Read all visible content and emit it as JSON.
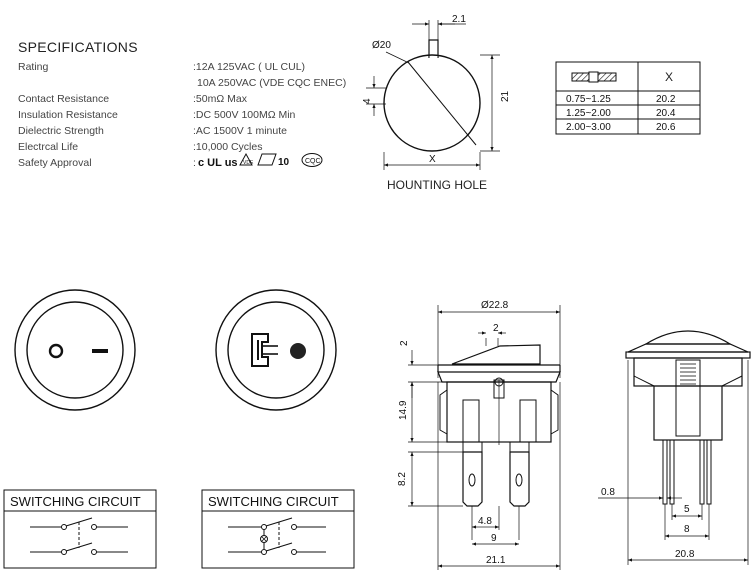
{
  "specifications": {
    "title": "SPECIFICATIONS",
    "rows": [
      {
        "label": "Rating",
        "value": ":12A 125VAC ( UL CUL)"
      },
      {
        "label": "",
        "value": "10A  250VAC (VDE CQC ENEC)"
      },
      {
        "label": "Contact Resistance",
        "value": ":50mΩ Max"
      },
      {
        "label": "Insulation Resistance",
        "value": ":DC 500V 100MΩ Min"
      },
      {
        "label": "Dielectric Strength",
        "value": ":AC 1500V 1 minute"
      },
      {
        "label": "Electrcal Life",
        "value": ":10,000 Cycles"
      },
      {
        "label": "Safety Approval",
        "value": ":"
      }
    ],
    "approval_marks": {
      "ul": "c UL us",
      "cqc": "CQC",
      "enec": "10"
    }
  },
  "mounting_hole": {
    "caption": "HOUNTING HOLE",
    "dims": {
      "top": "2.1",
      "diameter": "Ø20",
      "left": "4",
      "right": "21",
      "bottom": "X"
    }
  },
  "thickness_table": {
    "header": "X",
    "rows": [
      {
        "range": "0.75~1.25",
        "x": "20.2"
      },
      {
        "range": "1.25~2.00",
        "x": "20.4"
      },
      {
        "range": "2.00~3.00",
        "x": "20.6"
      }
    ]
  },
  "front_views": [
    {
      "symbol": "O —"
    },
    {
      "symbol": "lamp"
    }
  ],
  "switching_circuits": [
    {
      "label": "SWITCHING CIRCUIT"
    },
    {
      "label": "SWITCHING CIRCUIT"
    }
  ],
  "side_view": {
    "dims": {
      "top": "Ø22.8",
      "actuator": "2",
      "rocker": "2",
      "body": "14.9",
      "terminal": "8.2",
      "pitch": "4.8",
      "span": "9",
      "width": "21.1"
    }
  },
  "end_view": {
    "dims": {
      "thick": "0.8",
      "pin": "5",
      "pin_span": "8",
      "width": "20.8"
    }
  }
}
